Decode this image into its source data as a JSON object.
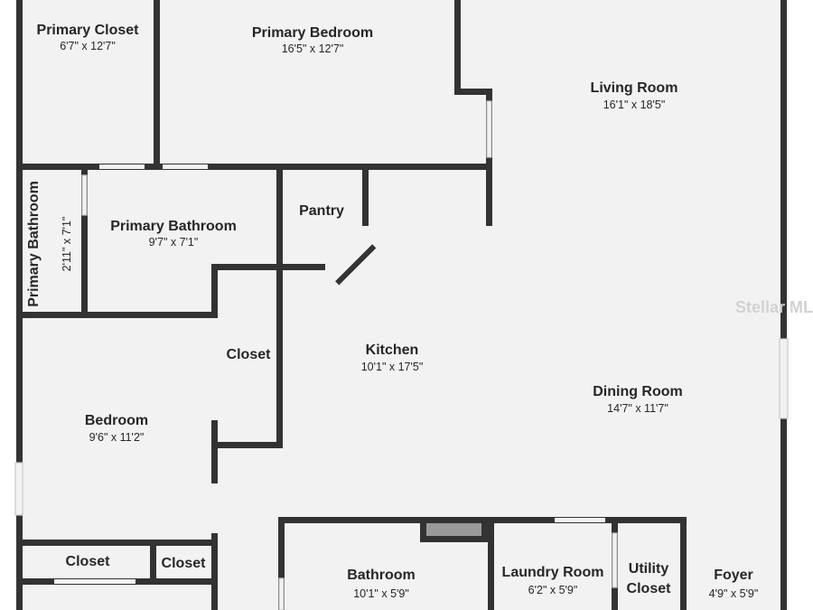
{
  "rooms": {
    "primary_closet": {
      "name": "Primary Closet",
      "dim": "6'7\" x 12'7\""
    },
    "primary_bedroom": {
      "name": "Primary Bedroom",
      "dim": "16'5\" x 12'7\""
    },
    "living_room": {
      "name": "Living Room",
      "dim": "16'1\" x 18'5\""
    },
    "primary_bathroom_small": {
      "name": "Primary Bathroom",
      "dim": "2'11\" x 7'1\""
    },
    "primary_bathroom": {
      "name": "Primary Bathroom",
      "dim": "9'7\" x 7'1\""
    },
    "pantry": {
      "name": "Pantry"
    },
    "closet_hall": {
      "name": "Closet"
    },
    "kitchen": {
      "name": "Kitchen",
      "dim": "10'1\" x 17'5\""
    },
    "dining_room": {
      "name": "Dining Room",
      "dim": "14'7\" x 11'7\""
    },
    "bedroom": {
      "name": "Bedroom",
      "dim": "9'6\" x 11'2\""
    },
    "closet_left": {
      "name": "Closet"
    },
    "closet_small": {
      "name": "Closet"
    },
    "bathroom": {
      "name": "Bathroom",
      "dim": "10'1\" x 5'9\""
    },
    "laundry_room": {
      "name": "Laundry Room",
      "dim": "6'2\" x 5'9\""
    },
    "utility_closet": {
      "name_line1": "Utility",
      "name_line2": "Closet"
    },
    "foyer": {
      "name": "Foyer",
      "dim": "4'9\" x 5'9\""
    }
  },
  "watermark": "Stellar MLS",
  "colors": {
    "wall": "#333333",
    "floor": "#f2f2f2",
    "text": "#262626"
  }
}
